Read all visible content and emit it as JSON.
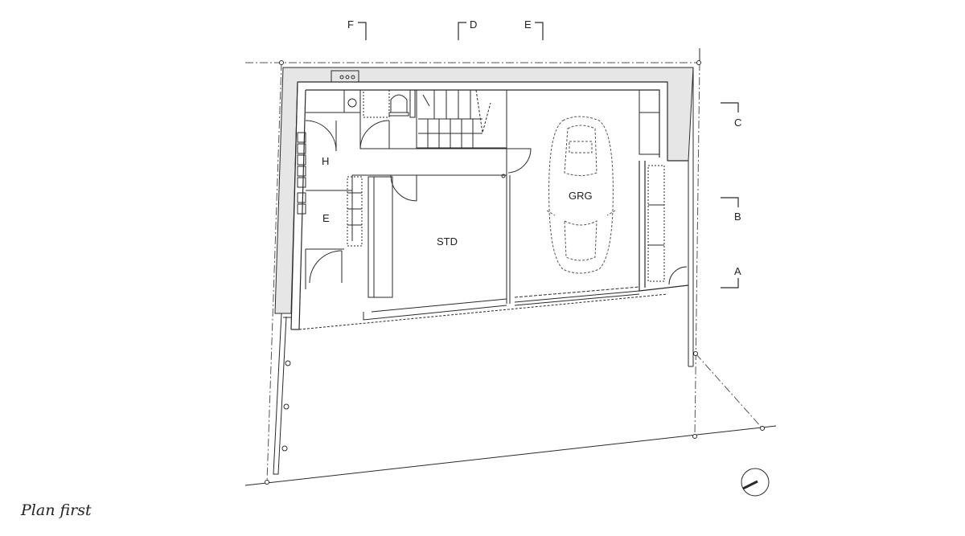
{
  "drawing": {
    "caption": "Plan first",
    "rooms": {
      "hall": "H",
      "entrance": "E",
      "studio": "STD",
      "garage": "GRG"
    },
    "section_marks": {
      "a": "A",
      "b": "B",
      "c": "C",
      "d": "D",
      "e": "E",
      "f": "F"
    }
  },
  "colors": {
    "line": "#2a2a2a",
    "wall_fill": "#e6e6e6",
    "dash": "#555555"
  }
}
